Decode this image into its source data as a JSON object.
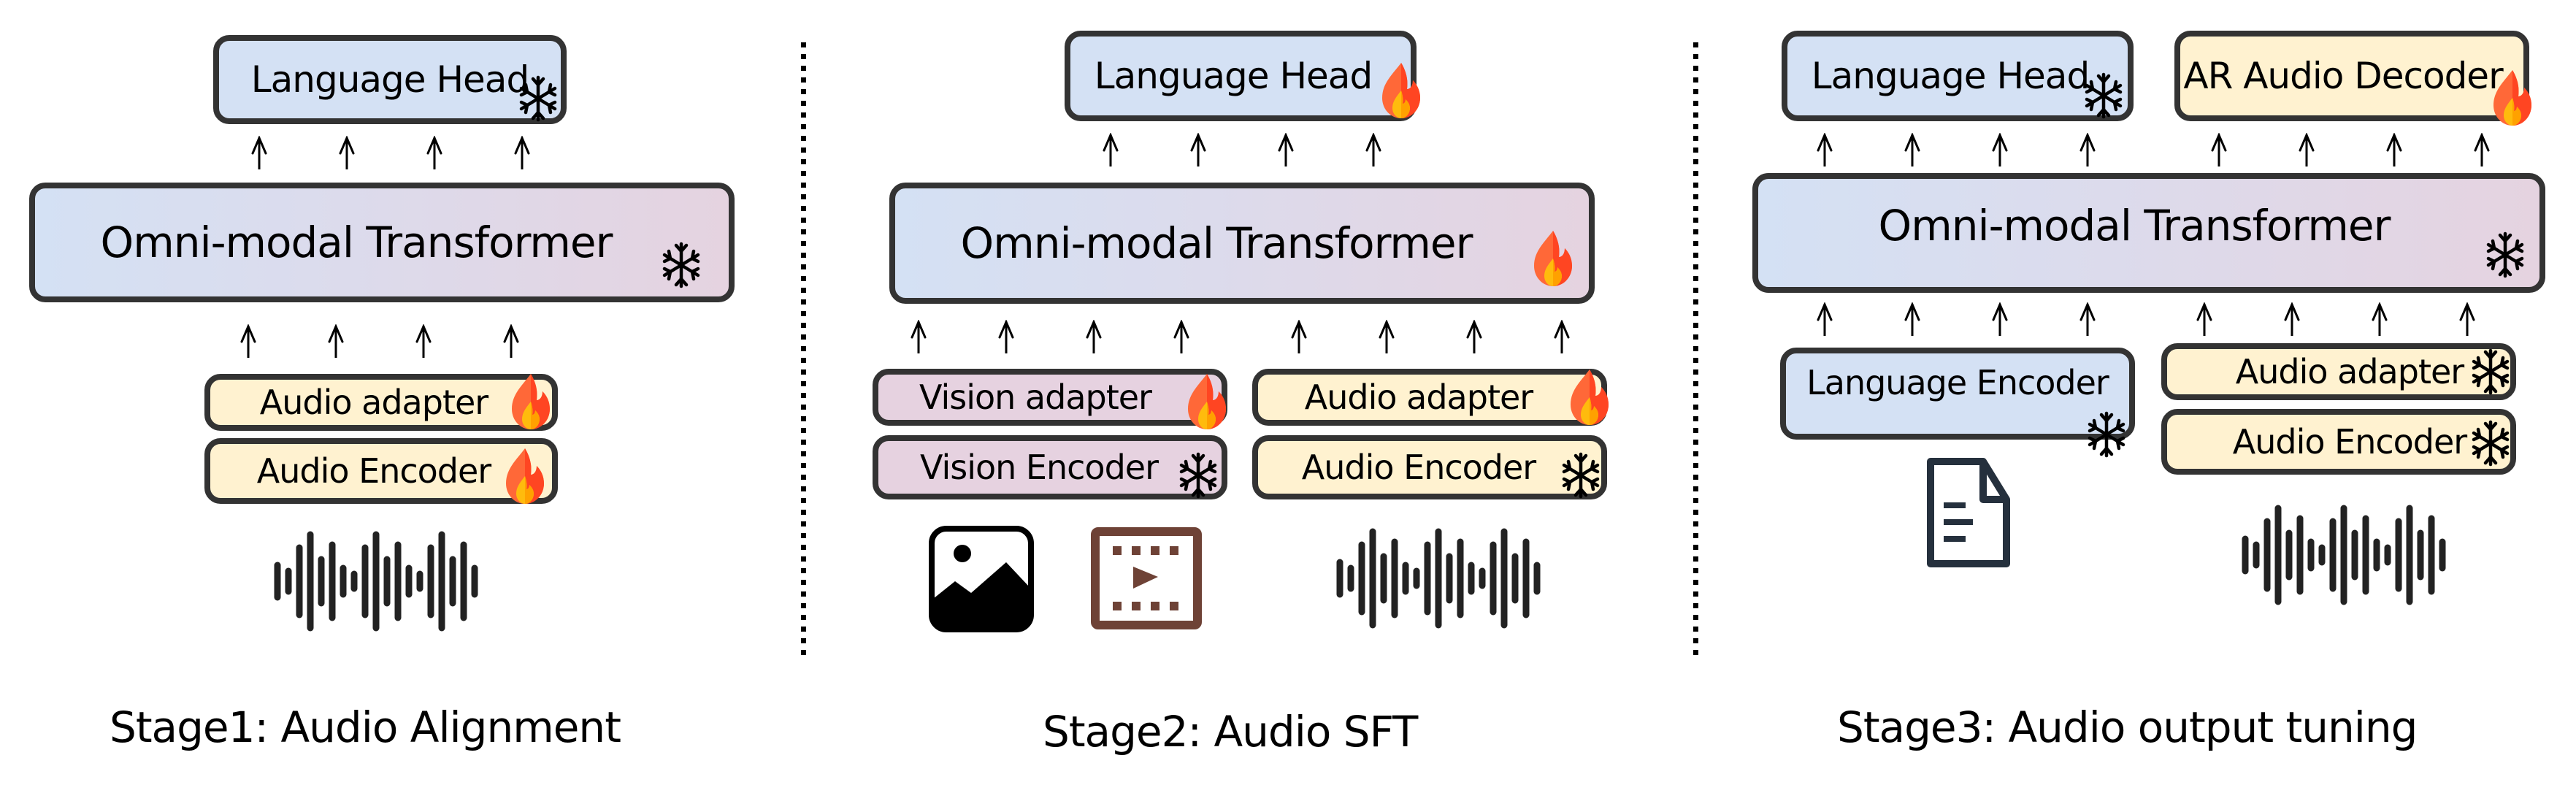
{
  "stages": [
    {
      "caption": "Stage1: Audio Alignment",
      "language_head": {
        "label": "Language Head",
        "state": "frozen"
      },
      "transformer": {
        "label": "Omni-modal Transformer",
        "state": "frozen"
      },
      "audio_adapter": {
        "label": "Audio adapter",
        "state": "trainable"
      },
      "audio_encoder": {
        "label": "Audio Encoder",
        "state": "trainable"
      },
      "inputs": [
        "audio-waveform-icon"
      ]
    },
    {
      "caption": "Stage2: Audio SFT",
      "language_head": {
        "label": "Language Head",
        "state": "trainable"
      },
      "transformer": {
        "label": "Omni-modal Transformer",
        "state": "trainable"
      },
      "vision_adapter": {
        "label": "Vision adapter",
        "state": "trainable"
      },
      "vision_encoder": {
        "label": "Vision Encoder",
        "state": "frozen"
      },
      "audio_adapter": {
        "label": "Audio adapter",
        "state": "trainable"
      },
      "audio_encoder": {
        "label": "Audio Encoder",
        "state": "frozen"
      },
      "inputs": [
        "image-icon",
        "video-icon",
        "audio-waveform-icon"
      ]
    },
    {
      "caption": "Stage3: Audio output tuning",
      "language_head": {
        "label": "Language Head",
        "state": "frozen"
      },
      "ar_audio_decoder": {
        "label": "AR Audio Decoder",
        "state": "trainable"
      },
      "transformer": {
        "label": "Omni-modal Transformer",
        "state": "frozen"
      },
      "language_encoder": {
        "label": "Language Encoder",
        "state": "frozen"
      },
      "audio_adapter": {
        "label": "Audio adapter",
        "state": "frozen"
      },
      "audio_encoder": {
        "label": "Audio Encoder",
        "state": "frozen"
      },
      "inputs": [
        "document-icon",
        "audio-waveform-icon"
      ]
    }
  ],
  "legend_icons": {
    "trainable": "fire-icon",
    "frozen": "snowflake-icon"
  },
  "colors": {
    "language_fill": "#D4E1F4",
    "audio_fill": "#FFF2D0",
    "vision_fill": "#E6D2E0",
    "transformer_gradient": [
      "#D4E1F4",
      "#E5D3E0"
    ],
    "border": "#333333",
    "video_icon": "#6E4236",
    "document_icon": "#25303D"
  }
}
